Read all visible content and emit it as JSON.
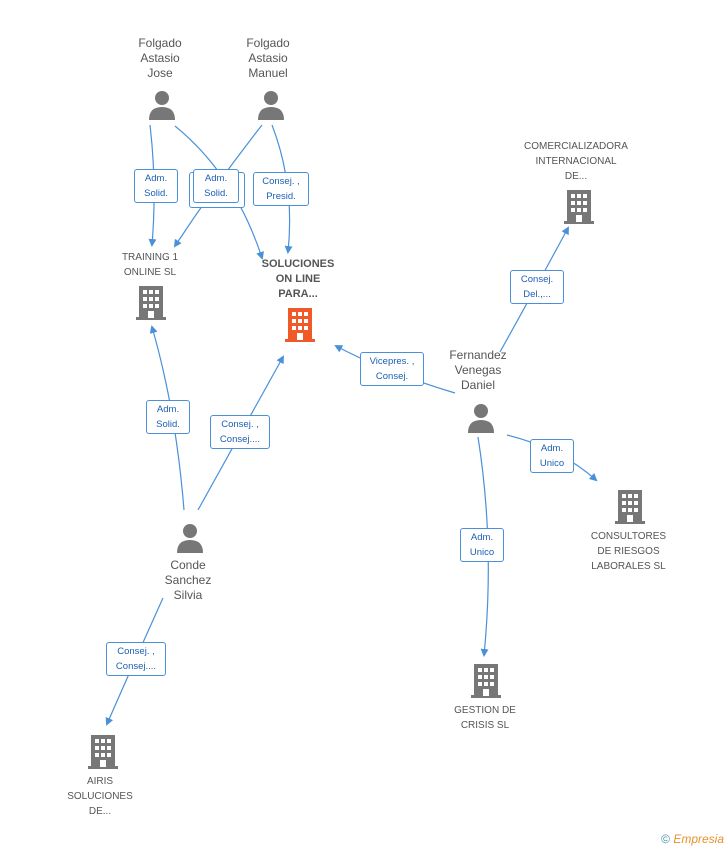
{
  "persons": {
    "folgado_jose": "Folgado\nAstasio\nJose",
    "folgado_manuel": "Folgado\nAstasio\nManuel",
    "fernandez": "Fernandez\nVenegas\nDaniel",
    "conde": "Conde\nSanchez\nSilvia"
  },
  "companies": {
    "soluciones": "SOLUCIONES\nON LINE\nPARA...",
    "training": "TRAINING 1\nONLINE  SL",
    "comercializadora": "COMERCIALIZADORA\nINTERNACIONAL\nDE...",
    "consultores": "CONSULTORES\nDE RIESGOS\nLABORALES SL",
    "gestion": "GESTION DE\nCRISIS  SL",
    "airis": "AIRIS\nSOLUCIONES\nDE..."
  },
  "relations": {
    "r1": "Adm.\nSolid.",
    "r2": "Adm.\nSolid.",
    "r3": "Consej. ,\nPresid.",
    "r4": "Consej.\nDel.,...",
    "r5": "Vicepres. ,\nConsej.",
    "r6": "Adm.\nSolid.",
    "r7": "Consej. ,\nConsej....",
    "r8": "Adm.\nUnico",
    "r9": "Adm.\nUnico",
    "r10": "Consej. ,\nConsej...."
  },
  "footer": {
    "copyright": "©",
    "brand": "Empresia"
  },
  "colors": {
    "edge": "#4a90d9",
    "person_icon": "#777777",
    "company_icon": "#777777",
    "highlight_company": "#f05a28"
  }
}
